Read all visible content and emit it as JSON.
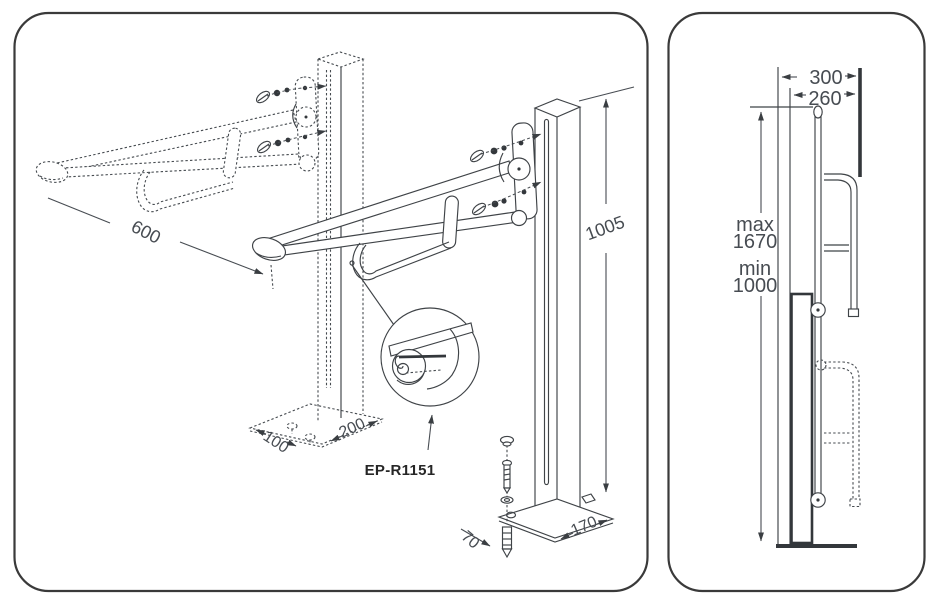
{
  "panels": {
    "left": {
      "dims": {
        "bar_length": "600",
        "post_height": "1005",
        "base_depth": "100",
        "base_width": "200",
        "foot_length": "170",
        "foot_depth": "70"
      },
      "detail_code": "EP-R1151"
    },
    "right": {
      "dims": {
        "offset_outer": "300",
        "offset_inner": "260",
        "max_label": "max",
        "max_value": "1670",
        "min_label": "min",
        "min_value": "1000"
      }
    }
  }
}
